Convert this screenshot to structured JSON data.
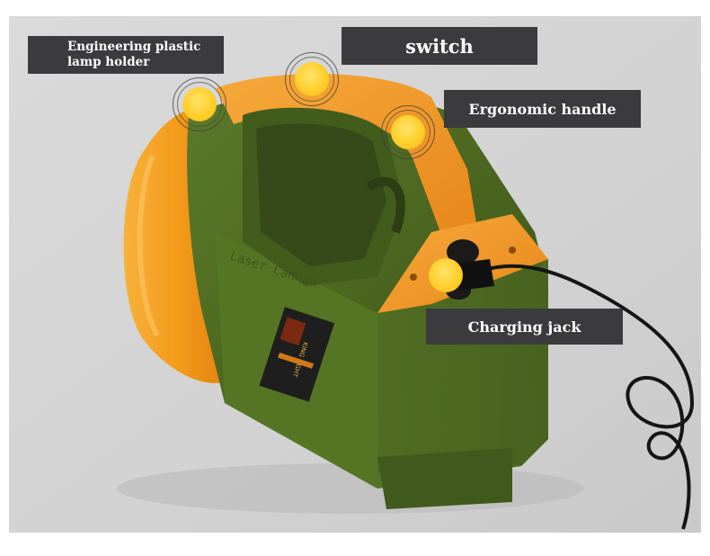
{
  "labels": {
    "lamp_holder": "Engineering plastic lamp holder",
    "switch": "switch",
    "handle": "Ergonomic handle",
    "charging_jack": "Charging jack"
  },
  "product_badge": {
    "embossed_text": "Laser Cannon",
    "brand": "KING LIGHT"
  },
  "colors": {
    "label_bg": "#3b3b3d",
    "label_text": "#ffffff",
    "body_green": "#4f6b22",
    "accent_orange": "#f39c12",
    "hotspot_yellow": "#ffd43a",
    "backdrop": "#d9d9d9"
  },
  "icons": {
    "hotspot": "target-dot-icon"
  }
}
